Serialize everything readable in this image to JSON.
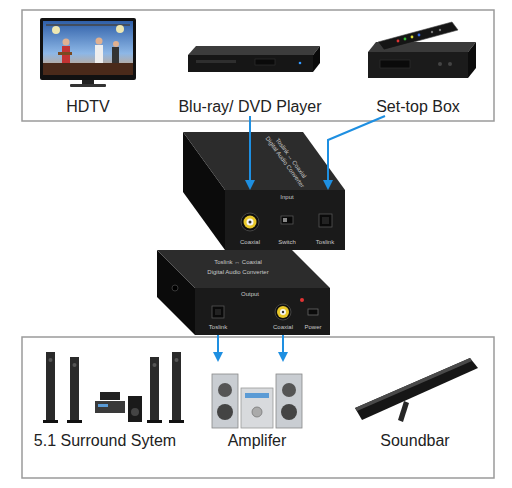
{
  "diagram": {
    "nodes": [
      {
        "text": [
          "HDTV"
        ]
      },
      {
        "text": [
          "Blu-ray/ DVD Player"
        ]
      },
      {
        "text": [
          "Set-top Box"
        ]
      },
      {
        "text": [
          "Toslink ↔ Coaxial",
          "Digital Audio Converter",
          "Input",
          "Coaxial",
          "Switch",
          "Toslink"
        ]
      },
      {
        "text": [
          "Toslink ↔ Coaxial",
          "Digital Audio Converter",
          "Output",
          "Toslink",
          "Coaxial",
          "Power"
        ]
      },
      {
        "text": [
          "5.1 Surround Sytem"
        ]
      },
      {
        "text": [
          "Amplifer"
        ]
      },
      {
        "text": [
          "Soundbar"
        ]
      }
    ],
    "edges": [
      {
        "from": 1,
        "to": 3,
        "arrow": "to"
      },
      {
        "from": 2,
        "to": 3,
        "arrow": "to"
      },
      {
        "from": 4,
        "to": 6,
        "arrow": "to"
      },
      {
        "from": 4,
        "to": 6,
        "arrow": "to"
      }
    ]
  }
}
